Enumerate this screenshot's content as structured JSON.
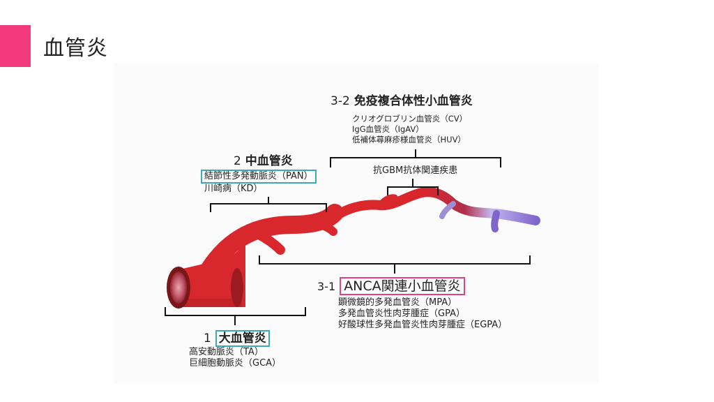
{
  "header": {
    "title": "血管炎"
  },
  "colors": {
    "accent": "#f2397a",
    "teal_box": "#3aa9b8",
    "pink_box": "#e2407f",
    "vessel_red": "#dd2a2e",
    "vessel_dark": "#7a1518",
    "vessel_purple": "#8a6fd0"
  },
  "diagram": {
    "large": {
      "number": "1",
      "title": "大血管炎",
      "items": [
        "高安動脈炎（TA）",
        "巨細胞動脈炎（GCA）"
      ]
    },
    "medium": {
      "number": "2",
      "title": "中血管炎",
      "items": [
        "結節性多発動脈炎（PAN）",
        "川崎病（KD）"
      ]
    },
    "small_anca": {
      "number": "3-1",
      "title": "ANCA関連小血管炎",
      "items": [
        "顕微鏡的多発血管炎（MPA）",
        "多発血管炎性肉芽腫症（GPA）",
        "好酸球性多発血管炎性肉芽腫症（EGPA）"
      ]
    },
    "small_immune": {
      "number": "3-2",
      "title": "免疫複合体性小血管炎",
      "items": [
        "クリオグロブリン血管炎（CV）",
        "IgG血管炎（IgAV）",
        "低補体蕁麻疹様血管炎（HUV）"
      ]
    },
    "anti_gbm": "抗GBM抗体関連疾患"
  }
}
